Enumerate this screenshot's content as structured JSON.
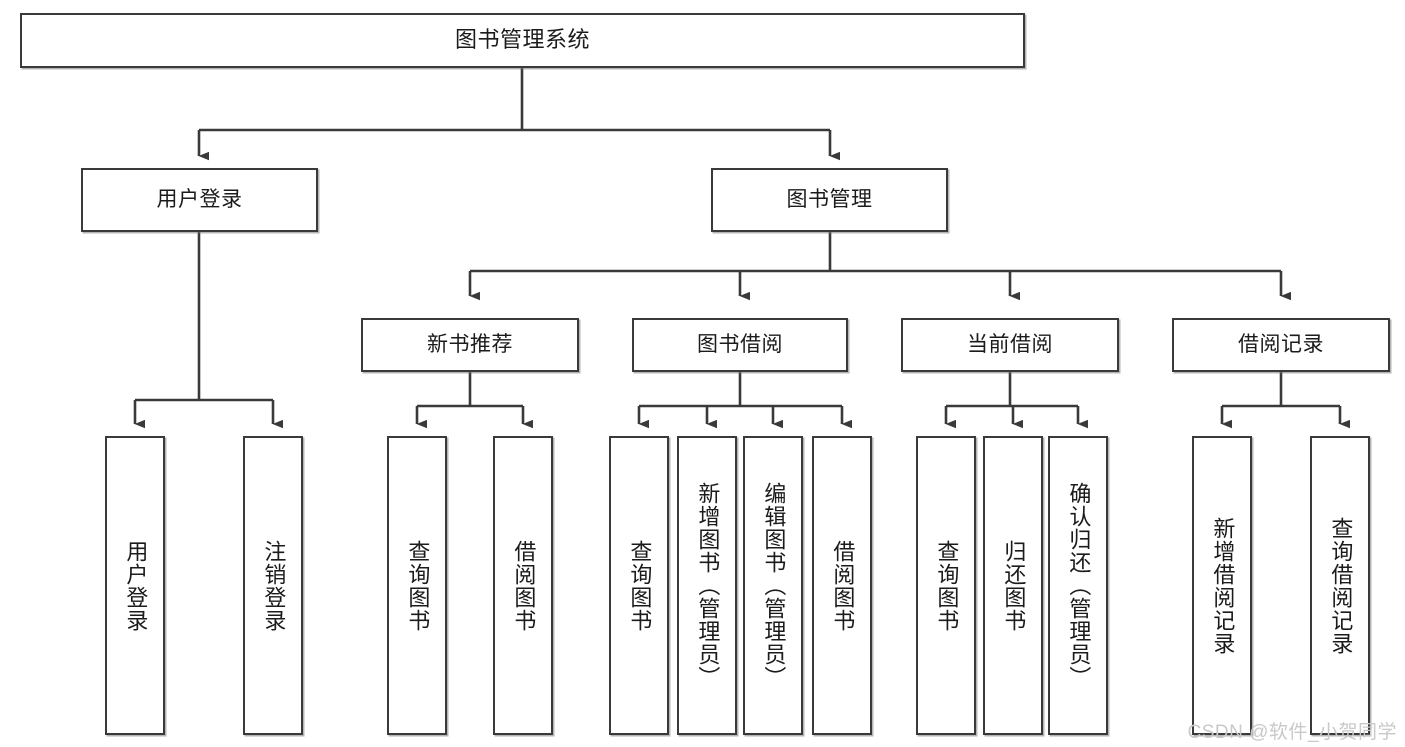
{
  "diagram": {
    "title": "图书管理系统",
    "type": "tree",
    "watermark": "CSDN @软件_小贺同学",
    "colors": {
      "border": "#3a3a3a",
      "background": "#ffffff",
      "text": "#1b1b1b",
      "connector": "#3a3a3a",
      "watermark": "#c9c9c9"
    },
    "root": {
      "label": "图书管理系统"
    },
    "level2": [
      {
        "label": "用户登录"
      },
      {
        "label": "图书管理"
      }
    ],
    "level3": [
      {
        "label": "新书推荐"
      },
      {
        "label": "图书借阅"
      },
      {
        "label": "当前借阅"
      },
      {
        "label": "借阅记录"
      }
    ],
    "leaves": {
      "user_login": [
        {
          "label": "用户登录"
        },
        {
          "label": "注销登录"
        }
      ],
      "new_book_recommend": [
        {
          "label": "查询图书"
        },
        {
          "label": "借阅图书"
        }
      ],
      "book_borrow": [
        {
          "label": "查询图书"
        },
        {
          "label": "新增图书（管理员）"
        },
        {
          "label": "编辑图书（管理员）"
        },
        {
          "label": "借阅图书"
        }
      ],
      "current_borrow": [
        {
          "label": "查询图书"
        },
        {
          "label": "归还图书"
        },
        {
          "label": "确认归还（管理员）"
        }
      ],
      "borrow_record": [
        {
          "label": "新增借阅记录"
        },
        {
          "label": "查询借阅记录"
        }
      ]
    }
  }
}
